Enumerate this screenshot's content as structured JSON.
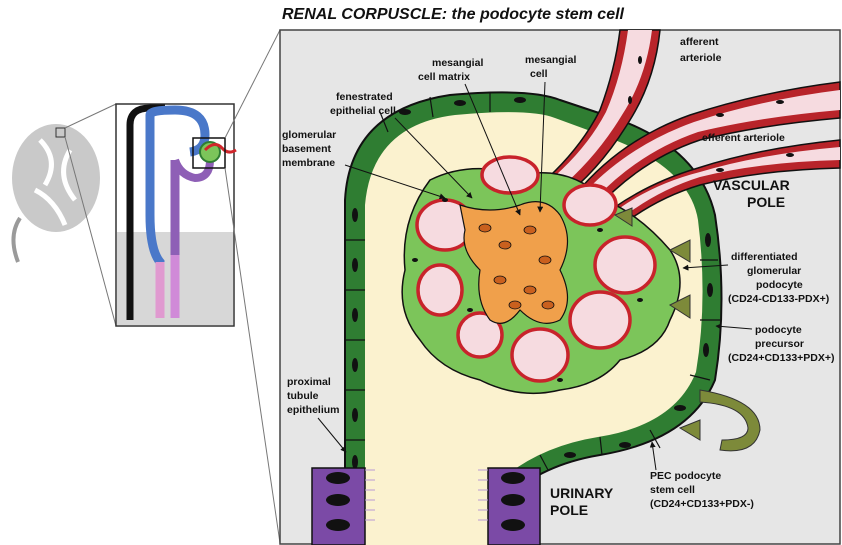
{
  "title": "RENAL CORPUSCLE: the podocyte stem cell",
  "labels": {
    "afferent": [
      "afferent",
      "arteriole"
    ],
    "efferent": "efferent arteriole",
    "mesangial_matrix": [
      "mesangial",
      "cell matrix"
    ],
    "mesangial_cell": [
      "mesangial",
      "cell"
    ],
    "fenestrated": [
      "fenestrated",
      "epithelial cell"
    ],
    "gbm": [
      "glomerular",
      "basement",
      "membrane"
    ],
    "vascular_pole": [
      "VASCULAR",
      "POLE"
    ],
    "diff_podocyte": [
      "differentiated",
      "glomerular",
      "podocyte",
      "(CD24-CD133-PDX+)"
    ],
    "precursor": [
      "podocyte",
      "precursor",
      "(CD24+CD133+PDX+)"
    ],
    "proximal": [
      "proximal",
      "tubule",
      "epithelium"
    ],
    "urinary_pole": [
      "URINARY",
      "POLE"
    ],
    "pec": [
      "PEC podocyte",
      "stem cell",
      "(CD24+CD133+PDX-)"
    ]
  },
  "colors": {
    "capsule_green": "#2f7d32",
    "podocyte_green": "#7cc55a",
    "bowman_space": "#fbf2cf",
    "arteriole_red": "#b8242a",
    "capillary_pink": "#f6dbe0",
    "mesangial_orange": "#f0a04b",
    "tubule_purple": "#7b4aa6",
    "background_gray": "#e6e6e6"
  }
}
